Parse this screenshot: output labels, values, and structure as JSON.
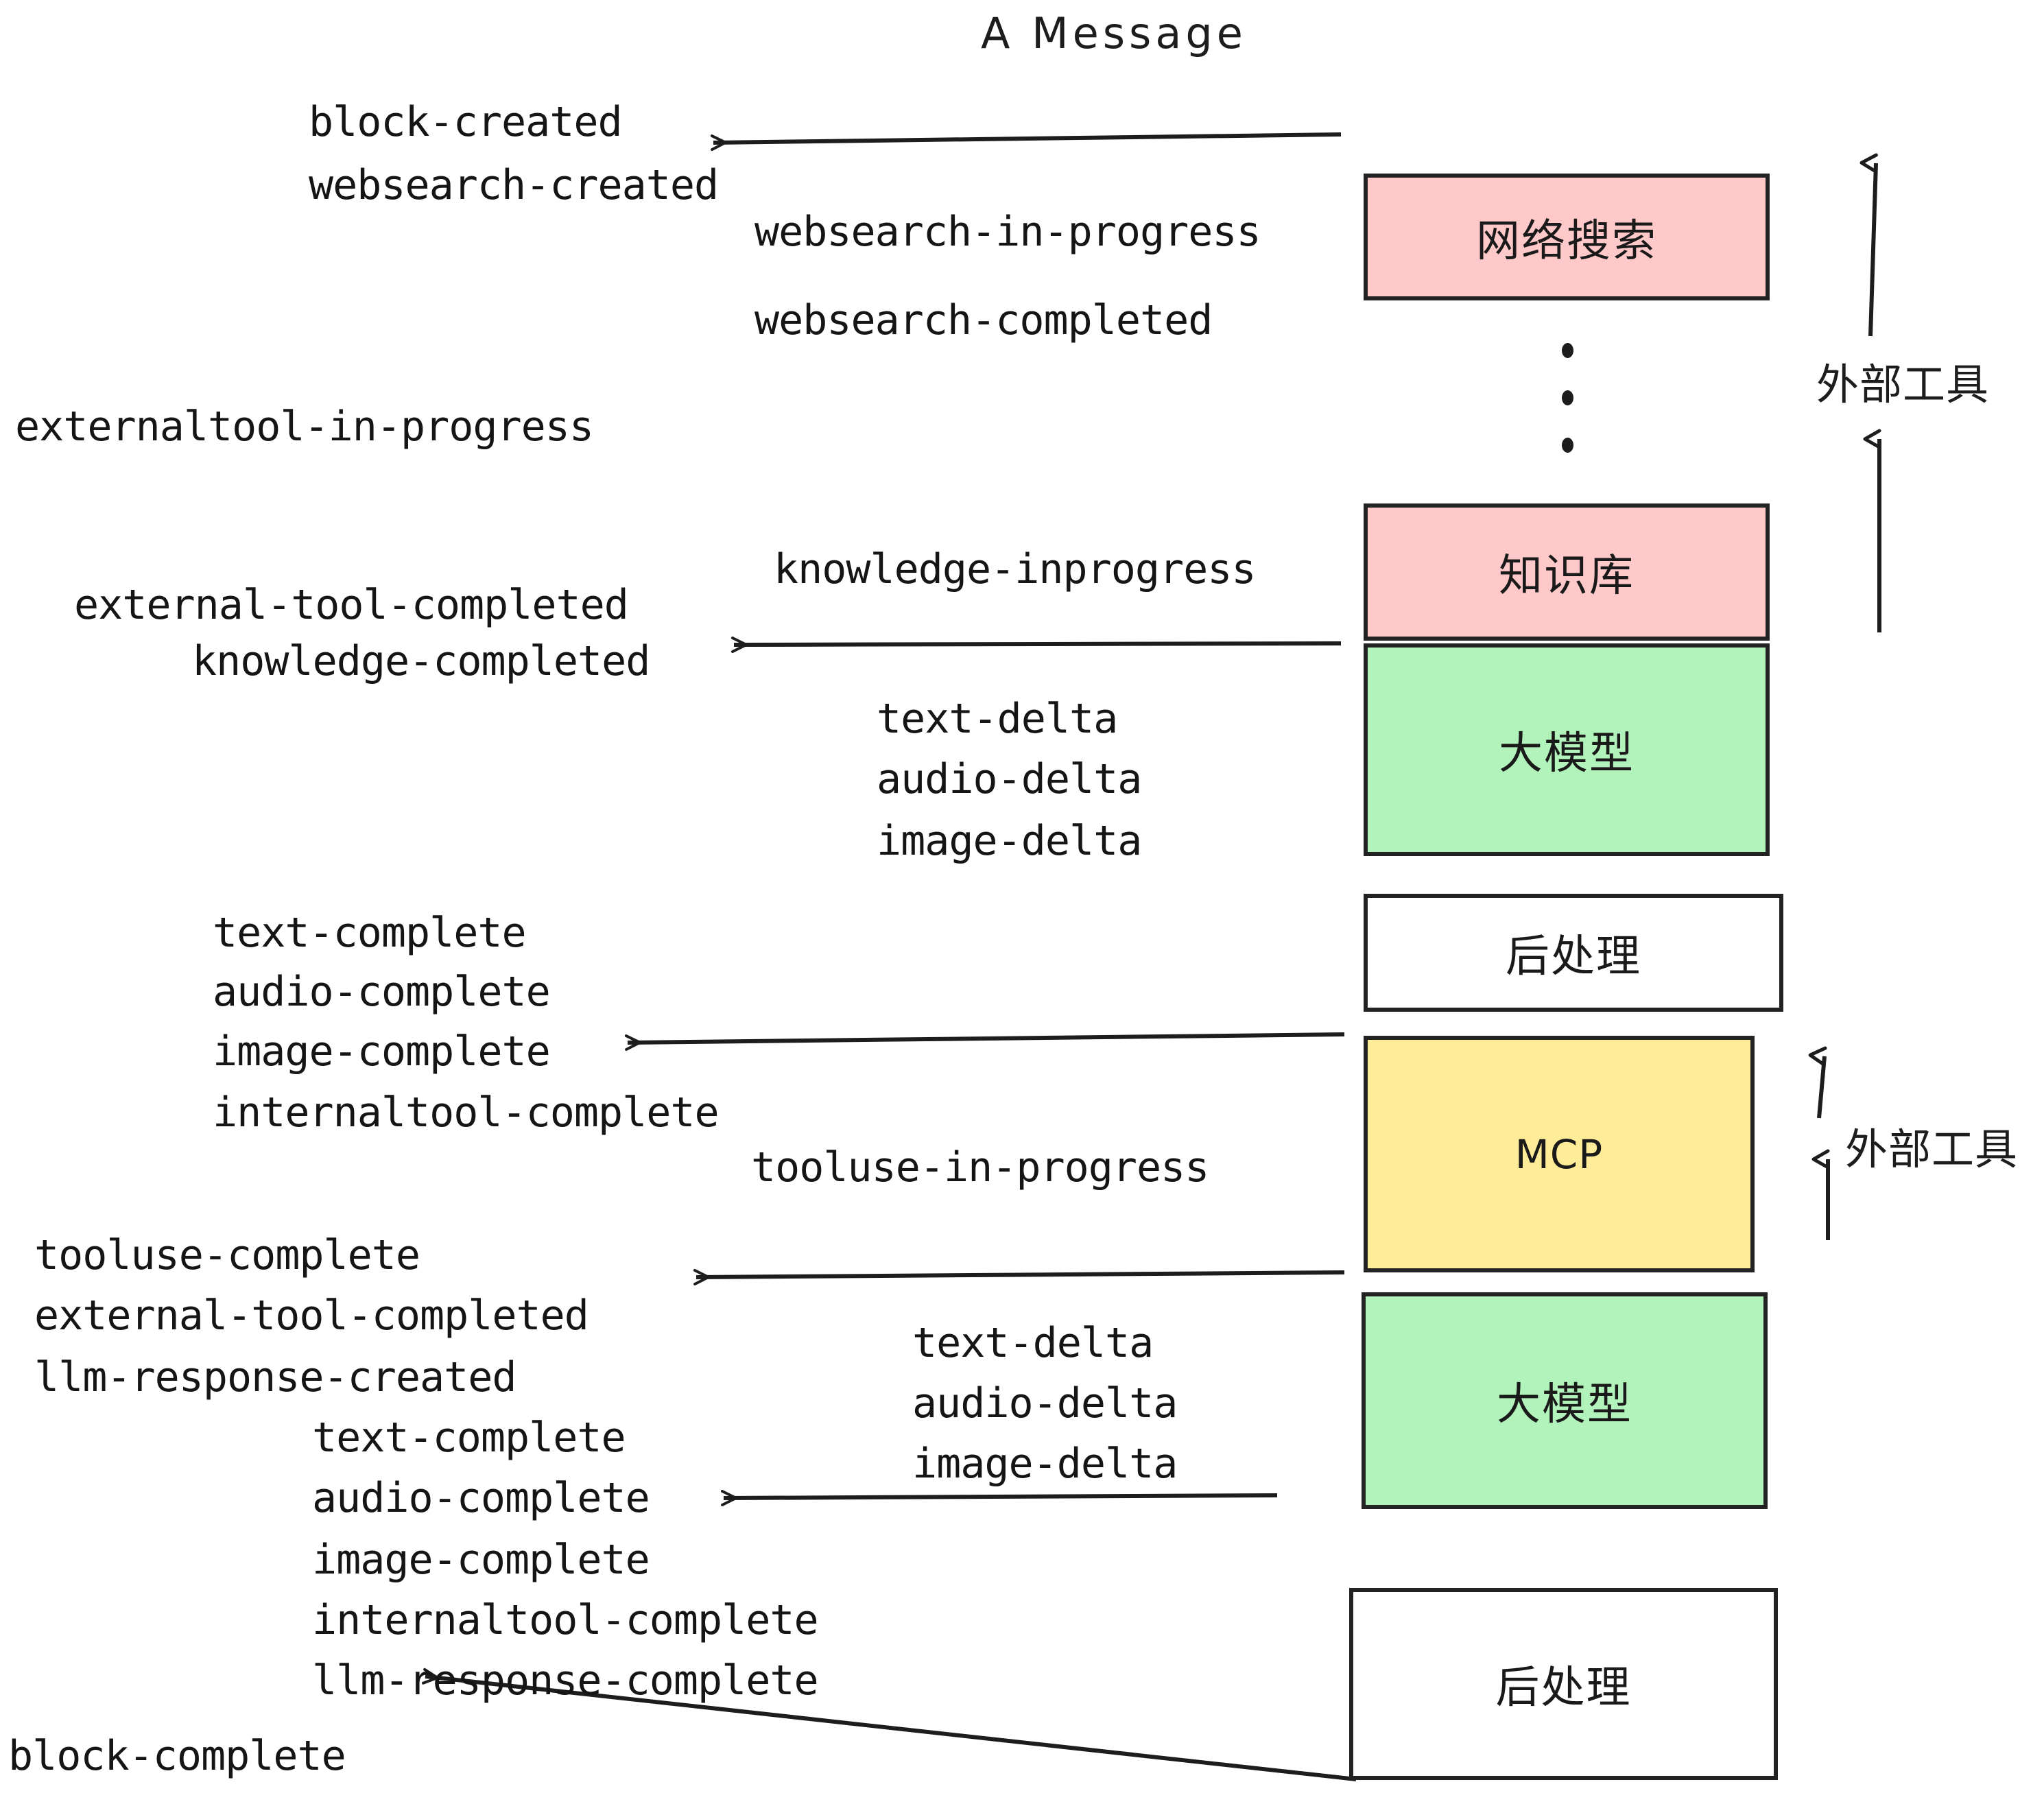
{
  "title": "A Message",
  "colors": {
    "pink": "#ffc9c9",
    "green": "#b2f2bb",
    "yellow": "#ffec99",
    "white": "#ffffff",
    "stroke": "#232323",
    "text": "#1d1d1d",
    "background": "#ffffff"
  },
  "nodes": {
    "websearch": "网络搜索",
    "knowledge": "知识库",
    "llm_top": "大模型",
    "postprocess_top": "后处理",
    "mcp": "MCP",
    "llm_bottom": "大模型",
    "postprocess_bottom": "后处理"
  },
  "side_labels": {
    "external_tools_top": "外部工具",
    "external_tools_bottom": "外部工具"
  },
  "events": {
    "block_created": "block-created",
    "websearch_created": "websearch-created",
    "websearch_in_progress": "websearch-in-progress",
    "websearch_completed": "websearch-completed",
    "externaltool_in_progress": "externaltool-in-progress",
    "knowledge_inprogress": "knowledge-inprogress",
    "external_tool_completed_1": "external-tool-completed",
    "knowledge_completed": "knowledge-completed",
    "text_delta_1": "text-delta",
    "audio_delta_1": "audio-delta",
    "image_delta_1": "image-delta",
    "text_complete_1": "text-complete",
    "audio_complete_1": "audio-complete",
    "image_complete_1": "image-complete",
    "internaltool_complete_1": "internaltool-complete",
    "tooluse_in_progress": "tooluse-in-progress",
    "tooluse_complete": "tooluse-complete",
    "external_tool_completed_2": "external-tool-completed",
    "llm_response_created": "llm-response-created",
    "text_delta_2": "text-delta",
    "audio_delta_2": "audio-delta",
    "image_delta_2": "image-delta",
    "text_complete_2": "text-complete",
    "audio_complete_2": "audio-complete",
    "image_complete_2": "image-complete",
    "internaltool_complete_2": "internaltool-complete",
    "llm_response_complete": "llm-response-complete",
    "block_complete": "block-complete"
  }
}
